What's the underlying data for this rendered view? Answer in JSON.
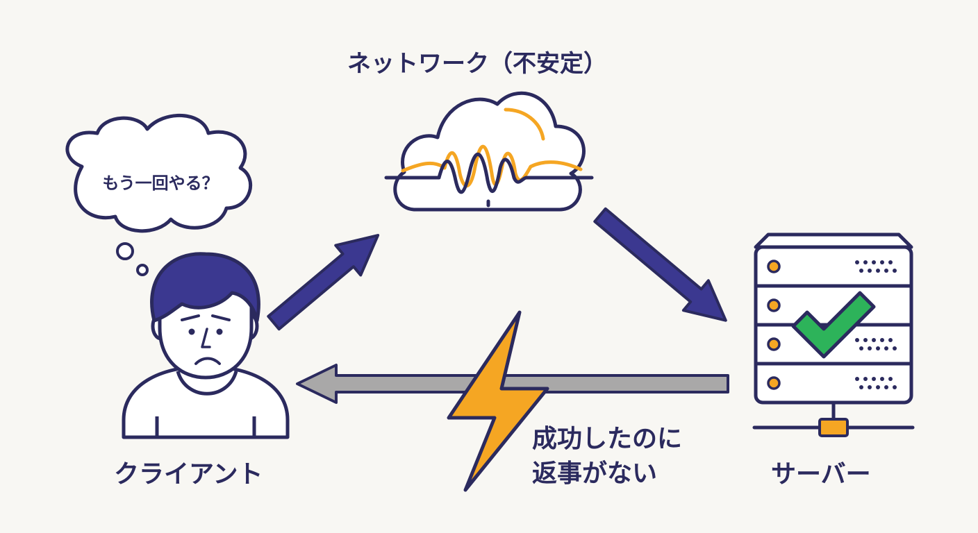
{
  "labels": {
    "network": "ネットワーク（不安定）",
    "client": "クライアント",
    "server": "サーバー",
    "thought": "もう一回やる？",
    "failure_line1": "成功したのに",
    "failure_line2": "返事がない"
  },
  "icons": {
    "person": "worried-person-icon",
    "thought_bubble": "thought-bubble-icon",
    "network": "unstable-cloud-icon",
    "server": "server-rack-icon",
    "status": "checkmark-icon",
    "failure": "lightning-bolt-icon"
  },
  "colors": {
    "ink": "#2b2a5e",
    "hair": "#3b3890",
    "accent": "#f5a623",
    "success": "#2db35a",
    "lost_path": "#a9a8a8",
    "background": "#f8f7f3"
  }
}
